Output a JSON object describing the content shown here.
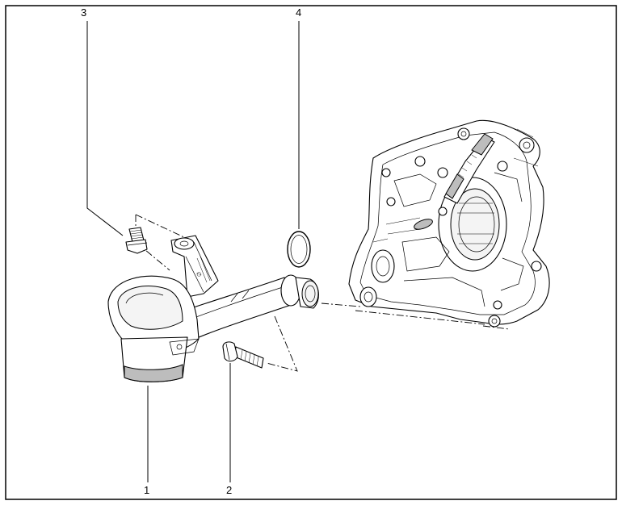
{
  "callouts": [
    {
      "id": "1",
      "label": "1"
    },
    {
      "id": "2",
      "label": "2"
    },
    {
      "id": "3",
      "label": "3"
    },
    {
      "id": "4",
      "label": "4"
    }
  ],
  "pipe_text": "∅"
}
